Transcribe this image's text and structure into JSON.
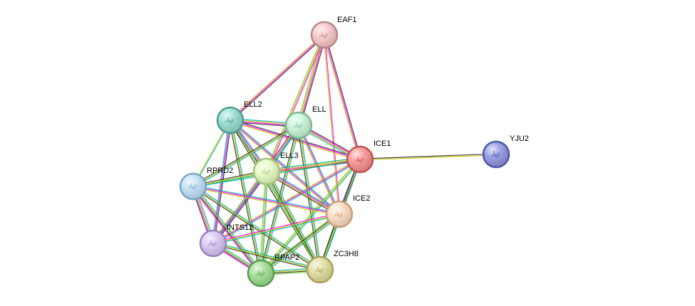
{
  "network": {
    "nodes": [
      {
        "id": "EAF1",
        "label": "EAF1",
        "color": "#f7c6c7",
        "stroke": "#b98688"
      },
      {
        "id": "ELL2",
        "label": "ELL2",
        "color": "#8fdccf",
        "stroke": "#4e9a8f"
      },
      {
        "id": "ELL",
        "label": "ELL",
        "color": "#c6f5d6",
        "stroke": "#7fb896"
      },
      {
        "id": "ICE1",
        "label": "ICE1",
        "color": "#f78f8f",
        "stroke": "#c84e4e"
      },
      {
        "id": "YJU2",
        "label": "YJU2",
        "color": "#8f94e0",
        "stroke": "#4e54a8"
      },
      {
        "id": "ELL3",
        "label": "ELL3",
        "color": "#e4fcbf",
        "stroke": "#a7c27c"
      },
      {
        "id": "RPRD2",
        "label": "RPRD2",
        "color": "#bfe0f7",
        "stroke": "#7aa6c6"
      },
      {
        "id": "ICE2",
        "label": "ICE2",
        "color": "#fcdcbf",
        "stroke": "#c6a07a"
      },
      {
        "id": "INTS12",
        "label": "INTS12",
        "color": "#d8c4f5",
        "stroke": "#9a84bd"
      },
      {
        "id": "RPAP2",
        "label": "RPAP2",
        "color": "#9bdc8f",
        "stroke": "#5a9c4e"
      },
      {
        "id": "ZC3H8",
        "label": "ZC3H8",
        "color": "#e0dc9b",
        "stroke": "#a8a35a"
      }
    ],
    "edge_colors": [
      "#c8c800",
      "#ff00ff",
      "#00b4b4",
      "#333333",
      "#3366cc",
      "#77cc33"
    ],
    "edges": [
      {
        "a": "EAF1",
        "b": "ELL2",
        "types": [
          3,
          1,
          0
        ]
      },
      {
        "a": "EAF1",
        "b": "ELL",
        "types": [
          3,
          1,
          0,
          5
        ]
      },
      {
        "a": "EAF1",
        "b": "ICE1",
        "types": [
          3,
          1,
          0
        ]
      },
      {
        "a": "EAF1",
        "b": "ELL3",
        "types": [
          1,
          0,
          5
        ]
      },
      {
        "a": "EAF1",
        "b": "ICE2",
        "types": [
          1,
          0
        ]
      },
      {
        "a": "ICE1",
        "b": "YJU2",
        "types": [
          3,
          0
        ]
      },
      {
        "a": "ELL2",
        "b": "ELL",
        "types": [
          2,
          0,
          1,
          3
        ]
      },
      {
        "a": "ELL2",
        "b": "ICE1",
        "types": [
          3,
          1,
          0
        ]
      },
      {
        "a": "ELL2",
        "b": "ELL3",
        "types": [
          2,
          1,
          0,
          3
        ]
      },
      {
        "a": "ELL2",
        "b": "RPRD2",
        "types": [
          2,
          0
        ]
      },
      {
        "a": "ELL2",
        "b": "ICE2",
        "types": [
          2,
          1,
          0
        ]
      },
      {
        "a": "ELL2",
        "b": "INTS12",
        "types": [
          3,
          1,
          2
        ]
      },
      {
        "a": "ELL2",
        "b": "RPAP2",
        "types": [
          2,
          0,
          3
        ]
      },
      {
        "a": "ELL2",
        "b": "ZC3H8",
        "types": [
          2,
          0,
          3
        ]
      },
      {
        "a": "ELL",
        "b": "ICE1",
        "types": [
          3,
          1,
          0,
          2
        ]
      },
      {
        "a": "ELL",
        "b": "ELL3",
        "types": [
          2,
          1,
          0,
          3
        ]
      },
      {
        "a": "ELL",
        "b": "RPRD2",
        "types": [
          2,
          0,
          3
        ]
      },
      {
        "a": "ELL",
        "b": "ICE2",
        "types": [
          2,
          1,
          0
        ]
      },
      {
        "a": "ELL",
        "b": "INTS12",
        "types": [
          2,
          0,
          1
        ]
      },
      {
        "a": "ELL",
        "b": "RPAP2",
        "types": [
          2,
          0,
          3
        ]
      },
      {
        "a": "ELL",
        "b": "ZC3H8",
        "types": [
          2,
          0,
          3
        ]
      },
      {
        "a": "ICE1",
        "b": "ELL3",
        "types": [
          3,
          1,
          0,
          2
        ]
      },
      {
        "a": "ICE1",
        "b": "RPRD2",
        "types": [
          2,
          0
        ]
      },
      {
        "a": "ICE1",
        "b": "ICE2",
        "types": [
          3,
          1,
          4
        ]
      },
      {
        "a": "ICE1",
        "b": "INTS12",
        "types": [
          2,
          1,
          0
        ]
      },
      {
        "a": "ICE1",
        "b": "RPAP2",
        "types": [
          2,
          0,
          5
        ]
      },
      {
        "a": "ICE1",
        "b": "ZC3H8",
        "types": [
          2,
          0,
          3
        ]
      },
      {
        "a": "ELL3",
        "b": "RPRD2",
        "types": [
          2,
          0,
          3
        ]
      },
      {
        "a": "ELL3",
        "b": "ICE2",
        "types": [
          2,
          1,
          0,
          3
        ]
      },
      {
        "a": "ELL3",
        "b": "INTS12",
        "types": [
          3,
          1,
          2,
          0
        ]
      },
      {
        "a": "ELL3",
        "b": "RPAP2",
        "types": [
          2,
          0,
          5
        ]
      },
      {
        "a": "ELL3",
        "b": "ZC3H8",
        "types": [
          2,
          0,
          3,
          5
        ]
      },
      {
        "a": "RPRD2",
        "b": "ICE2",
        "types": [
          2,
          1,
          0
        ]
      },
      {
        "a": "RPRD2",
        "b": "INTS12",
        "types": [
          2,
          0,
          1,
          3
        ]
      },
      {
        "a": "RPRD2",
        "b": "RPAP2",
        "types": [
          2,
          0,
          3,
          1
        ]
      },
      {
        "a": "RPRD2",
        "b": "ZC3H8",
        "types": [
          2,
          0,
          3
        ]
      },
      {
        "a": "ICE2",
        "b": "INTS12",
        "types": [
          2,
          0,
          1
        ]
      },
      {
        "a": "ICE2",
        "b": "RPAP2",
        "types": [
          2,
          0,
          3,
          5
        ]
      },
      {
        "a": "ICE2",
        "b": "ZC3H8",
        "types": [
          2,
          0,
          3
        ]
      },
      {
        "a": "INTS12",
        "b": "RPAP2",
        "types": [
          2,
          0,
          3,
          1
        ]
      },
      {
        "a": "INTS12",
        "b": "ZC3H8",
        "types": [
          2,
          0,
          3
        ]
      },
      {
        "a": "RPAP2",
        "b": "ZC3H8",
        "types": [
          2,
          0,
          3,
          5
        ]
      }
    ]
  }
}
